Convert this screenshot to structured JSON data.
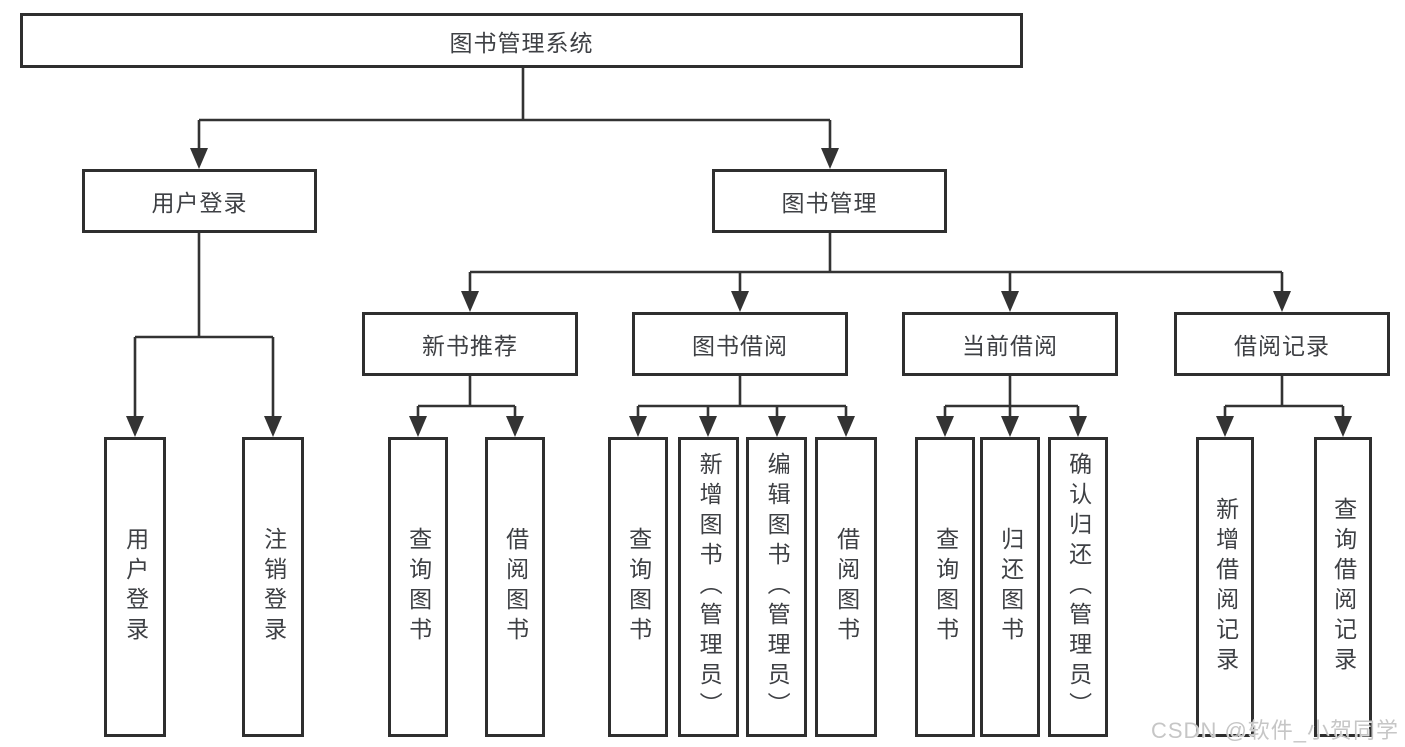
{
  "diagram": {
    "root": "图书管理系统",
    "user_login": {
      "label": "用户登录",
      "children": [
        "用户登录",
        "注销登录"
      ]
    },
    "book_mgmt": {
      "label": "图书管理",
      "sections": [
        {
          "label": "新书推荐",
          "children": [
            "查询图书",
            "借阅图书"
          ]
        },
        {
          "label": "图书借阅",
          "children": [
            "查询图书",
            "新增图书（管理员）",
            "编辑图书（管理员）",
            "借阅图书"
          ]
        },
        {
          "label": "当前借阅",
          "children": [
            "查询图书",
            "归还图书",
            "确认归还（管理员）"
          ]
        },
        {
          "label": "借阅记录",
          "children": [
            "新增借阅记录",
            "查询借阅记录"
          ]
        }
      ]
    }
  },
  "watermark": "CSDN @软件_小贺同学",
  "colors": {
    "line": "#333333",
    "border": "#2f2f2f",
    "text": "#3e4044",
    "background": "#ffffff",
    "watermark": "#c6c6c6"
  }
}
